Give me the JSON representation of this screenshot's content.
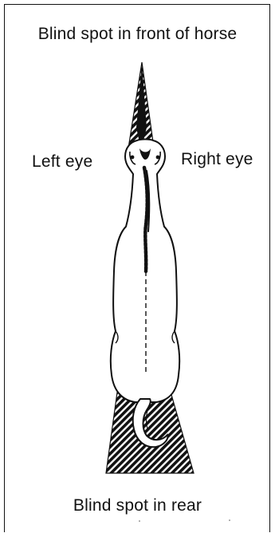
{
  "labels": {
    "front": "Blind spot in front of horse",
    "left_eye": "Left eye",
    "right_eye": "Right eye",
    "rear": "Blind spot in rear"
  }
}
